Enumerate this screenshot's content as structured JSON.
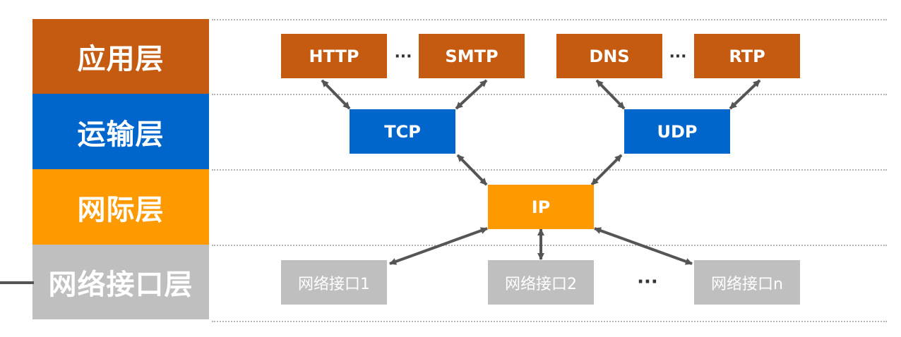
{
  "layers": {
    "application": "应用层",
    "transport": "运输层",
    "internet": "网际层",
    "network_interface": "网络接口层"
  },
  "protocols": {
    "http": "HTTP",
    "smtp": "SMTP",
    "dns": "DNS",
    "rtp": "RTP",
    "tcp": "TCP",
    "udp": "UDP",
    "ip": "IP"
  },
  "interfaces": {
    "if1": "网络接口1",
    "if2": "网络接口2",
    "ifn": "网络接口n"
  },
  "ellipsis": "···",
  "colors": {
    "application": "#c55a11",
    "transport": "#0066cc",
    "internet": "#ff9900",
    "network_interface": "#bfbfbf",
    "arrow": "#555555",
    "dashed_line": "#b5b5b5"
  }
}
